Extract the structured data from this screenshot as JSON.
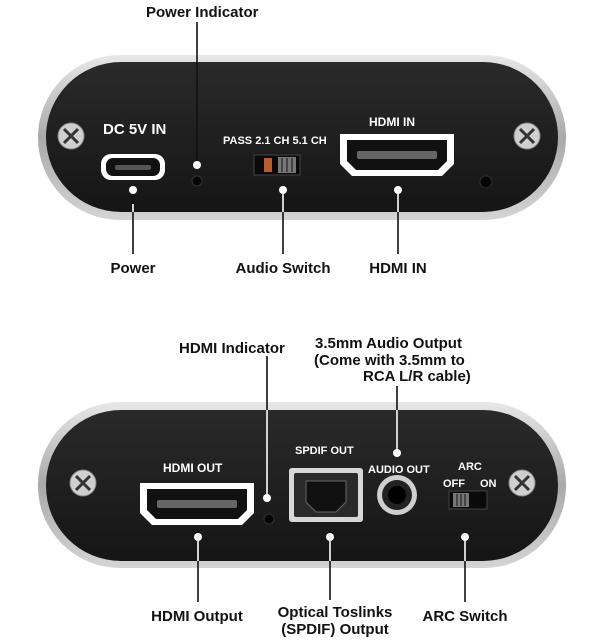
{
  "top_panel": {
    "labels": {
      "dc_in": "DC 5V IN",
      "pass_mode": "PASS 2.1 CH 5.1 CH",
      "hdmi_in": "HDMI IN"
    },
    "callouts": {
      "power_indicator": "Power Indicator",
      "power": "Power",
      "audio_switch": "Audio Switch",
      "hdmi_in": "HDMI IN"
    }
  },
  "bottom_panel": {
    "labels": {
      "hdmi_out": "HDMI OUT",
      "spdif_out": "SPDIF OUT",
      "audio_out": "AUDIO OUT",
      "arc": "ARC",
      "off": "OFF",
      "on": "ON"
    },
    "callouts": {
      "hdmi_indicator": "HDMI Indicator",
      "audio_output_line1": "3.5mm Audio Output",
      "audio_output_line2": "(Come with 3.5mm to",
      "audio_output_line3": "RCA L/R cable)",
      "hdmi_output": "HDMI Output",
      "optical_line1": "Optical Toslinks",
      "optical_line2": "(SPDIF) Output",
      "arc_switch": "ARC Switch"
    }
  },
  "colors": {
    "panel_face": "#1a1a1a",
    "panel_rim": "#b8b8b8",
    "leader_line": "#111111",
    "port_outline": "#ffffff"
  }
}
